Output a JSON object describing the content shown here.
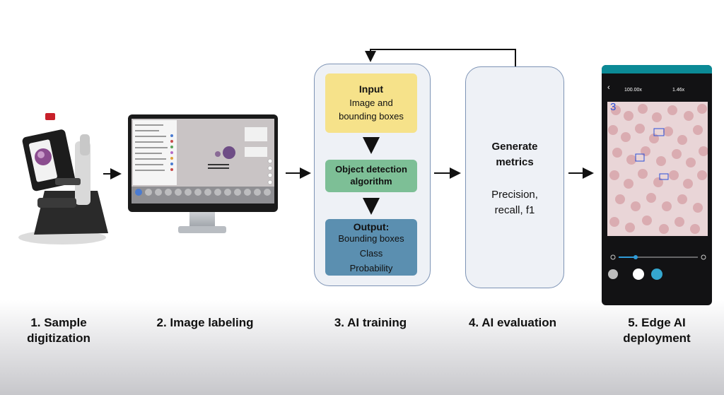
{
  "stages": [
    {
      "label_line1": "1. Sample",
      "label_line2": "digitization"
    },
    {
      "label": "2. Image labeling"
    },
    {
      "label": "3. AI training"
    },
    {
      "label": "4. AI evaluation"
    },
    {
      "label_line1": "5. Edge AI",
      "label_line2": "deployment"
    }
  ],
  "training": {
    "input": {
      "title": "Input",
      "line1": "Image and",
      "line2": "bounding boxes"
    },
    "algorithm": {
      "line1": "Object detection",
      "line2": "algorithm"
    },
    "output": {
      "title": "Output:",
      "line1": "Bounding boxes",
      "line2": "Class",
      "line3": "Probability"
    }
  },
  "evaluation": {
    "title_line1": "Generate",
    "title_line2": "metrics",
    "text_line1": "Precision,",
    "text_line2": "recall, f1"
  },
  "phone": {
    "zoom_value": "100.00x",
    "zoom2_value": "1.46x",
    "count": "3"
  },
  "colors": {
    "input_box": "#f6e28a",
    "algorithm_box": "#7dbf96",
    "output_box": "#5b8fb0",
    "panel": "#eef1f6",
    "panel_border": "#7d93b5"
  }
}
